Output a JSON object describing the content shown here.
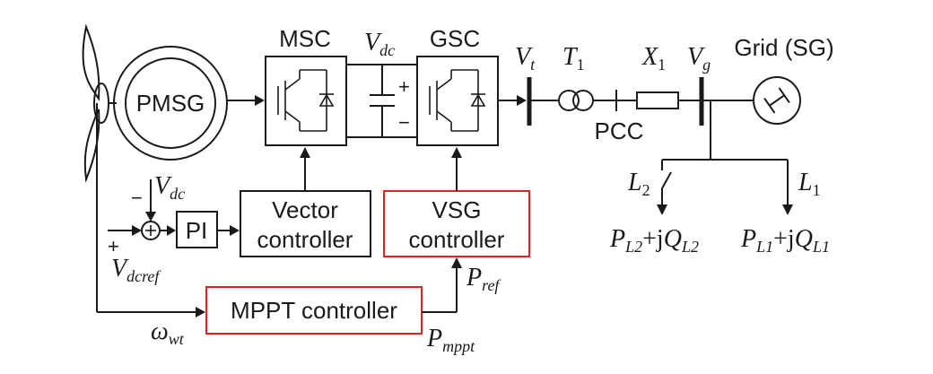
{
  "blocks": {
    "pmsg": "PMSG",
    "msc": "MSC",
    "gsc": "GSC",
    "grid": "Grid (SG)",
    "pcc": "PCC",
    "pi": "PI",
    "vector_line1": "Vector",
    "vector_line2": "controller",
    "vsg_line1": "VSG",
    "vsg_line2": "controller",
    "mppt": "MPPT controller"
  },
  "symbols": {
    "vdc": {
      "main": "V",
      "sub": "dc"
    },
    "vt": {
      "main": "V",
      "sub": "t"
    },
    "t1": {
      "main": "T",
      "sub": "1"
    },
    "x1": {
      "main": "X",
      "sub": "1"
    },
    "vg": {
      "main": "V",
      "sub": "g"
    },
    "l1": {
      "main": "L",
      "sub": "1"
    },
    "l2": {
      "main": "L",
      "sub": "2"
    },
    "vdc_fb": {
      "main": "V",
      "sub": "dc"
    },
    "vdcref": {
      "main": "V",
      "sub": "dcref"
    },
    "omega": {
      "main": "ω",
      "sub": "wt"
    },
    "pref": {
      "main": "P",
      "sub": "ref"
    },
    "pmppt": {
      "main": "P",
      "sub": "mppt"
    }
  },
  "loads": {
    "l2": {
      "p": "P",
      "p_sub": "L2",
      "plus": "+j",
      "q": "Q",
      "q_sub": "L2"
    },
    "l1": {
      "p": "P",
      "p_sub": "L1",
      "plus": "+j",
      "q": "Q",
      "q_sub": "L1"
    }
  },
  "signs": {
    "cap_plus": "+",
    "cap_minus": "−",
    "sum_minus": "−",
    "sum_plus": "+"
  },
  "colors": {
    "line": "#1a1a1a",
    "highlight_box": "#d62728",
    "background": "#ffffff"
  }
}
